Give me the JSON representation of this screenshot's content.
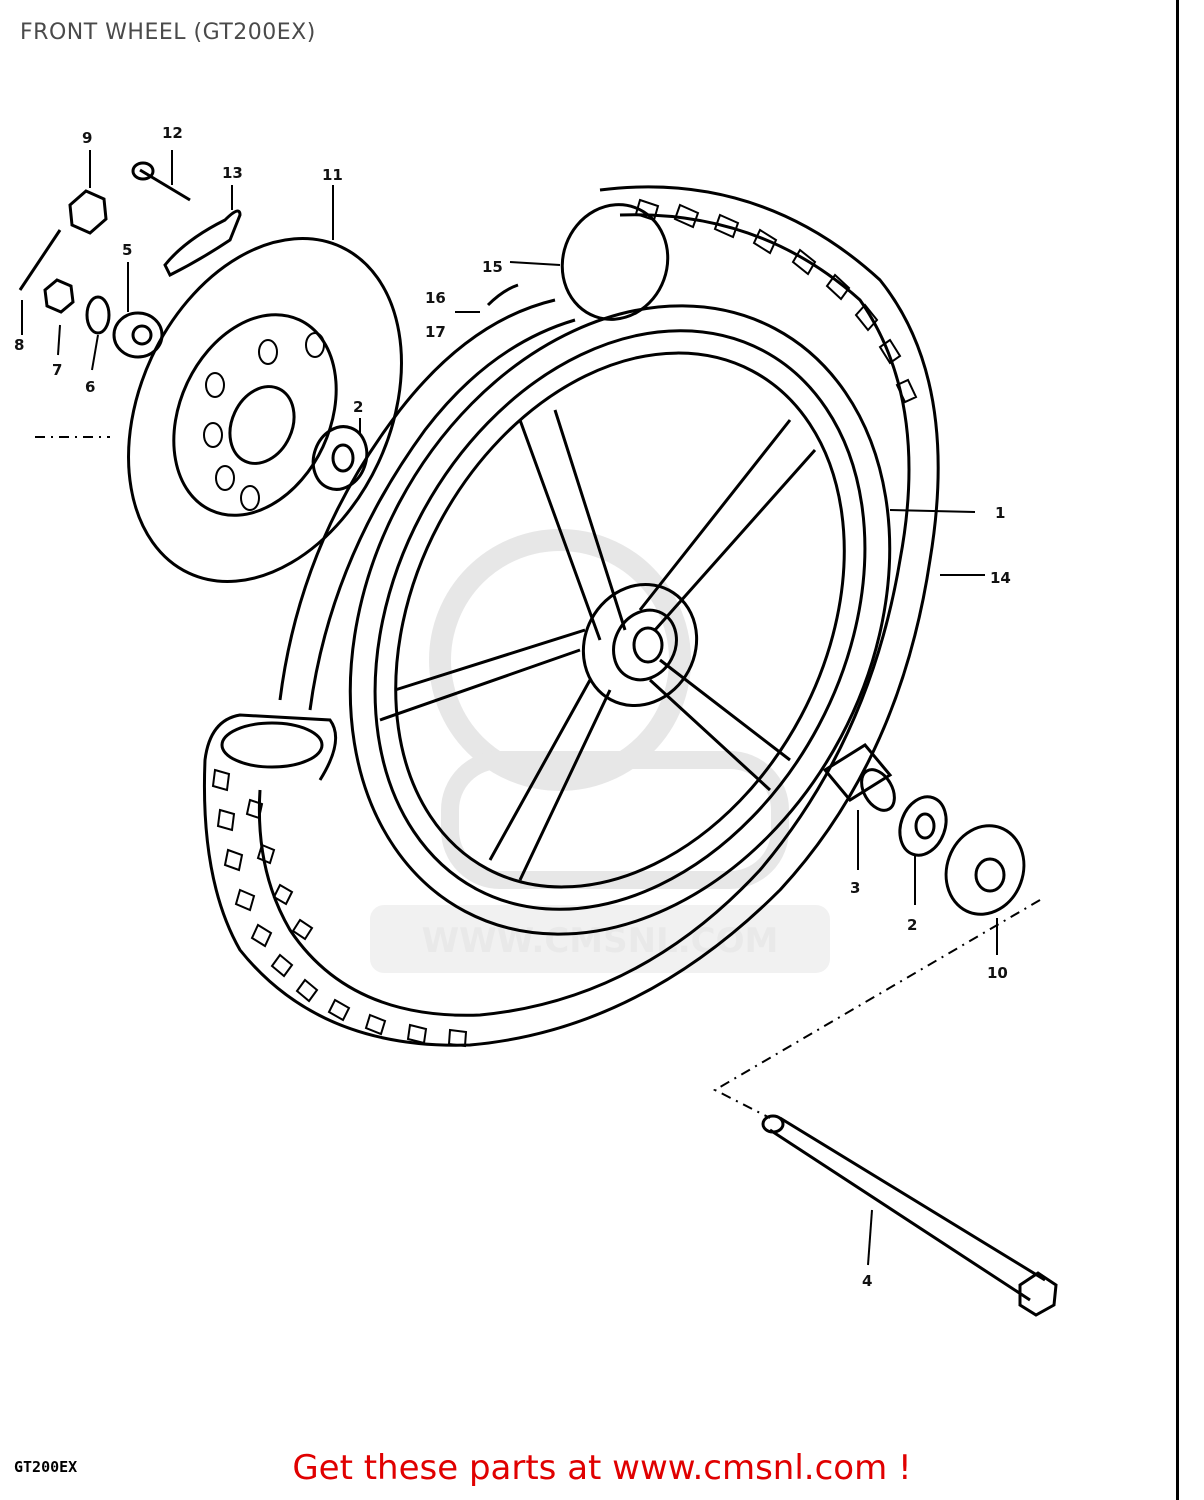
{
  "page": {
    "title": "FRONT WHEEL (GT200EX)",
    "model_code": "GT200EX",
    "promo_text": "Get these parts at www.cmsnl.com !",
    "promo_color": "#e00000",
    "watermark_text": "WWW.CMSNL.COM"
  },
  "callouts": {
    "c1": "1",
    "c2a": "2",
    "c2b": "2",
    "c3": "3",
    "c4": "4",
    "c5": "5",
    "c6": "6",
    "c7": "7",
    "c8": "8",
    "c9": "9",
    "c10": "10",
    "c11": "11",
    "c12": "12",
    "c13": "13",
    "c14": "14",
    "c15": "15",
    "c16": "16",
    "c17": "17"
  },
  "icons": {
    "watermark": "cmsnl-logo-watermark"
  }
}
